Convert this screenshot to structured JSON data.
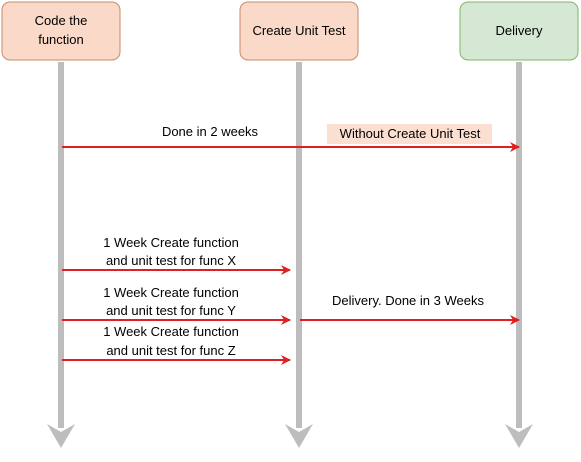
{
  "participants": [
    {
      "lines": [
        "Code the",
        "function"
      ],
      "fill": "#fad9c8",
      "stroke": "#c98a6b"
    },
    {
      "lines": [
        "Create Unit Test"
      ],
      "fill": "#fad9c8",
      "stroke": "#c98a6b"
    },
    {
      "lines": [
        "Delivery"
      ],
      "fill": "#d5e8d4",
      "stroke": "#82b366"
    }
  ],
  "messages": [
    {
      "label": "Done in 2 weeks"
    },
    {
      "label": "Without Create Unit Test"
    },
    {
      "lines": [
        "1 Week Create function",
        "and  unit test for func X"
      ]
    },
    {
      "lines": [
        "1 Week Create function",
        "and unit test for func Y"
      ]
    },
    {
      "lines": [
        "1 Week Create function",
        "and  unit test for func Z"
      ]
    },
    {
      "label": "Delivery. Done in 3 Weeks"
    }
  ],
  "colors": {
    "lifeline": "#bdbdbd",
    "arrow": "#e02020",
    "label_highlight": "#fbe0d2"
  }
}
